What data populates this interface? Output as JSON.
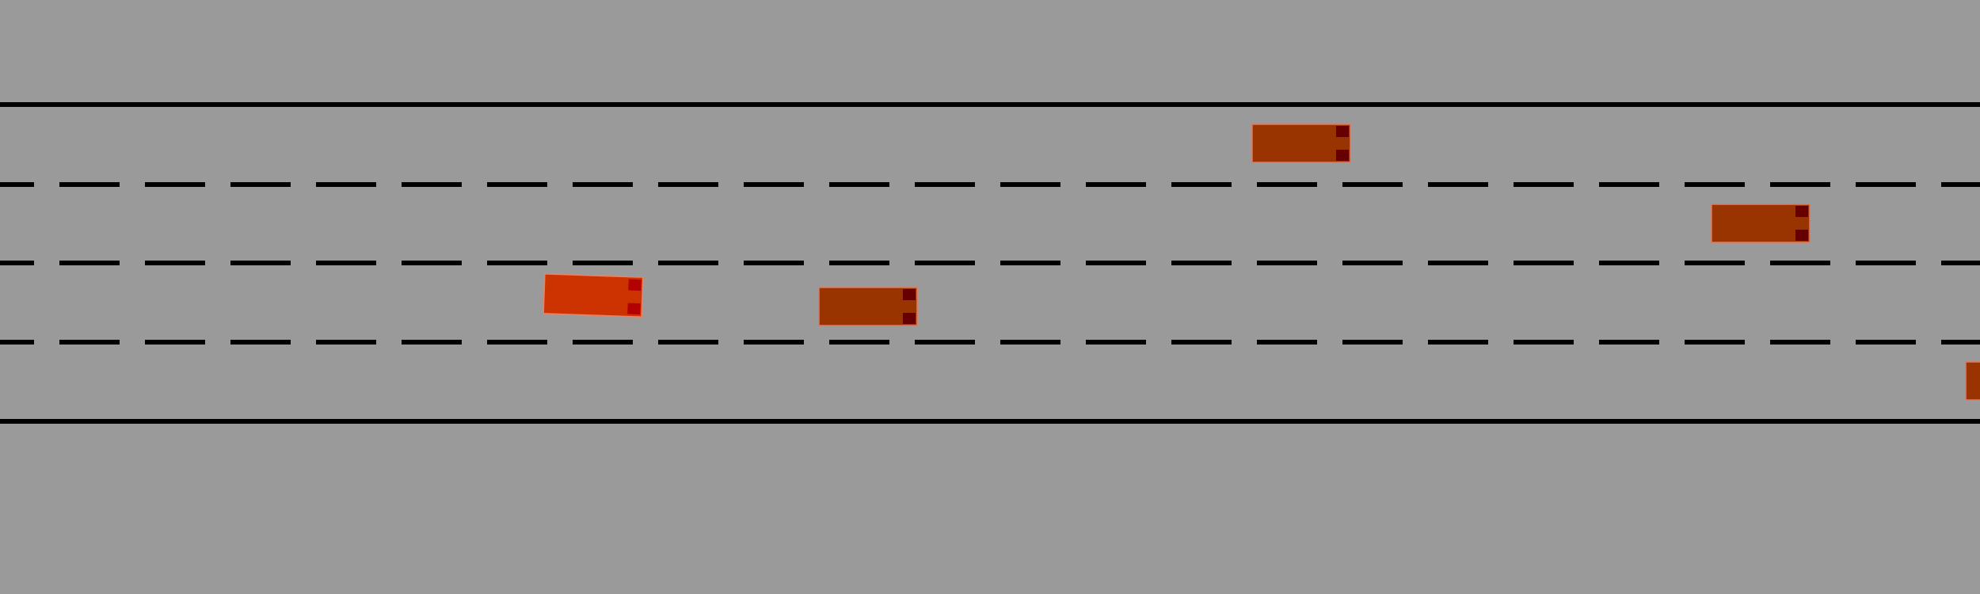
{
  "scene": {
    "type": "highway-driving-simulation",
    "lane_count": 4,
    "colors": {
      "road": "#9a9a9a",
      "lane_line": "#000000",
      "ego_body": "#cc3300",
      "ego_lights": "#b30000",
      "vehicle_body": "#993300",
      "vehicle_lights": "#660000",
      "vehicle_outline": "#e07a5f"
    }
  },
  "ego_vehicle": {
    "lane": 3,
    "heading": "slightly-tilted-right"
  },
  "other_vehicles": [
    {
      "lane": 1,
      "label": "vehicle-lane1-a"
    },
    {
      "lane": 2,
      "label": "vehicle-lane2-a"
    },
    {
      "lane": 3,
      "label": "vehicle-lane3-a"
    },
    {
      "lane": 4,
      "label": "vehicle-lane4-a"
    }
  ]
}
